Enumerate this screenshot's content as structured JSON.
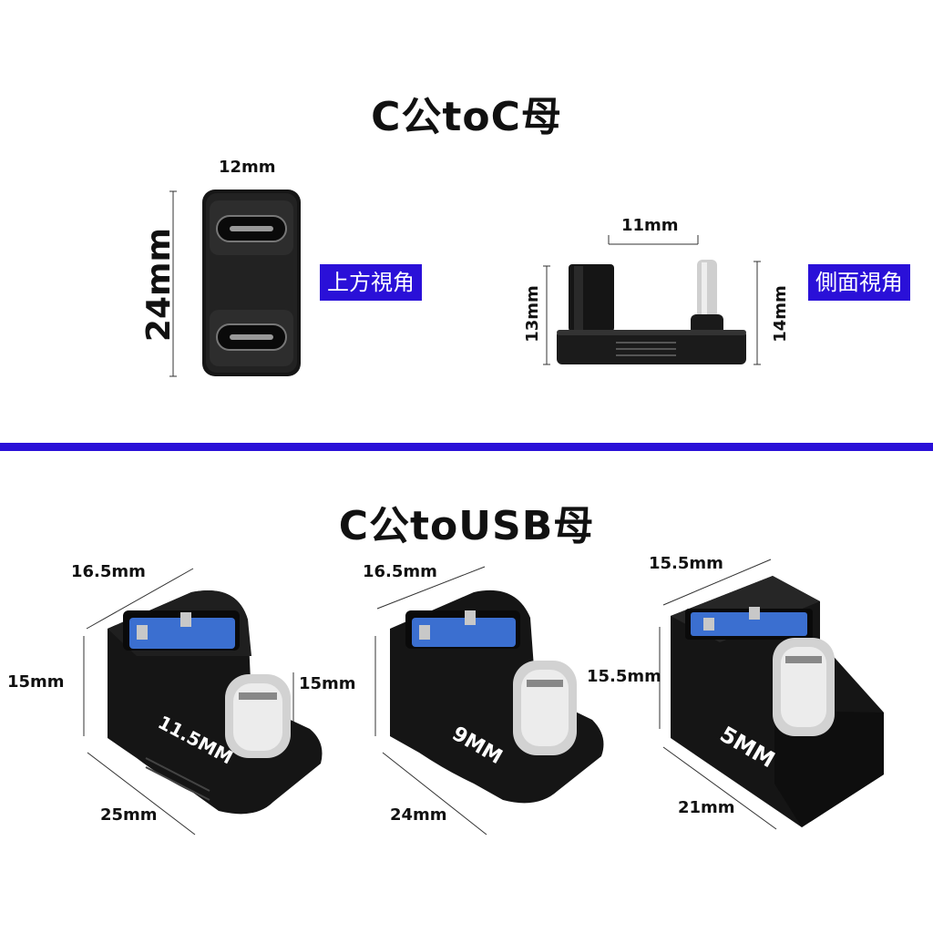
{
  "top": {
    "title": "C公toC母",
    "top_view_width": "12mm",
    "top_view_height": "24mm",
    "top_view_label": "上方視角",
    "side_width": "11mm",
    "side_height_left": "13mm",
    "side_height_right": "14mm",
    "side_view_label": "側面視角"
  },
  "bottom": {
    "title": "C公toUSB母",
    "items": [
      {
        "top": "16.5mm",
        "left": "15mm",
        "right": "15mm",
        "bottom": "25mm",
        "engraving": "11.5MM"
      },
      {
        "top": "16.5mm",
        "left": "",
        "right": "15.5mm",
        "bottom": "24mm",
        "engraving": "9MM"
      },
      {
        "top": "15.5mm",
        "bottom": "21mm",
        "engraving": "5MM"
      }
    ]
  },
  "colors": {
    "accent": "#2a10d8",
    "body": "#111111",
    "usb_blue": "#3b6fd0",
    "metal": "#c8c8c8"
  }
}
